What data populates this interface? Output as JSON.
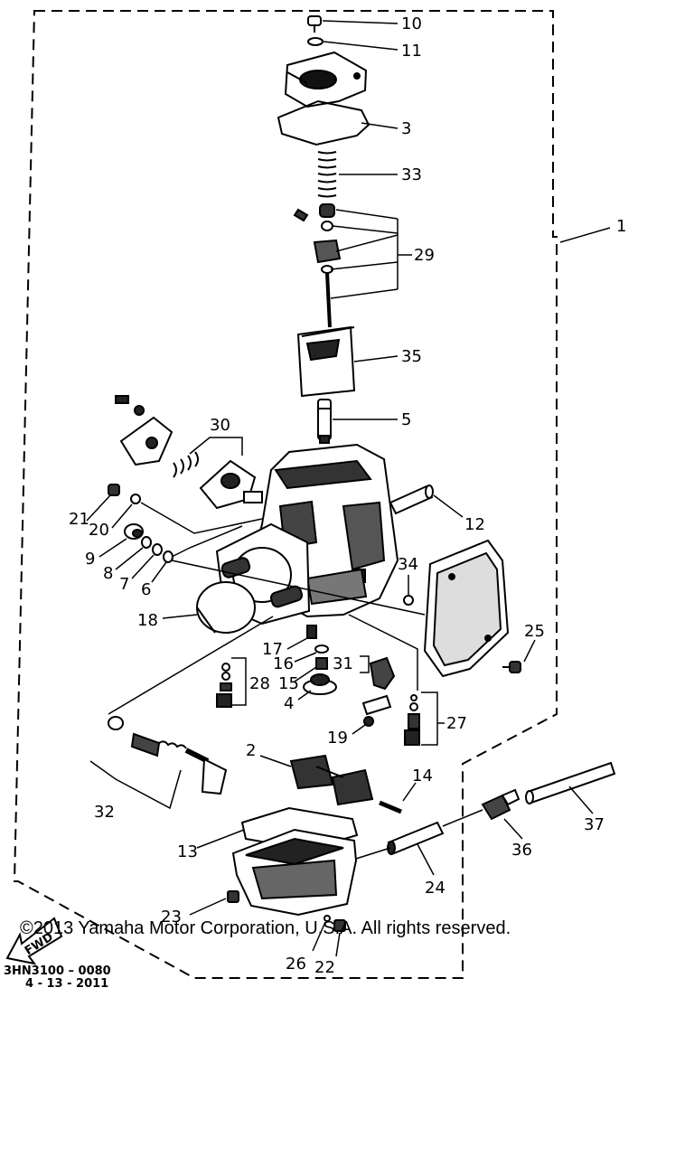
{
  "diagram": {
    "assembly_label": "1",
    "labels": {
      "l10": "10",
      "l11": "11",
      "l3": "3",
      "l33": "33",
      "l29": "29",
      "l35": "35",
      "l5": "5",
      "l30": "30",
      "l12": "12",
      "l21": "21",
      "l20": "20",
      "l9": "9",
      "l8": "8",
      "l7": "7",
      "l6": "6",
      "l34": "34",
      "l18": "18",
      "l17": "17",
      "l16": "16",
      "l15": "15",
      "l28": "28",
      "l31": "31",
      "l4": "4",
      "l25": "25",
      "l19": "19",
      "l27": "27",
      "l32": "32",
      "l2": "2",
      "l14": "14",
      "l13": "13",
      "l37": "37",
      "l36": "36",
      "l24": "24",
      "l23": "23",
      "l26": "26",
      "l22": "22"
    },
    "fwd_label": "FWD",
    "drawing_code": "3HN3100 – 0080",
    "drawing_date": "4 - 13 - 2011"
  },
  "footer": {
    "copyright": "©2013 Yamaha Motor Corporation, U.S.A. All rights reserved."
  }
}
